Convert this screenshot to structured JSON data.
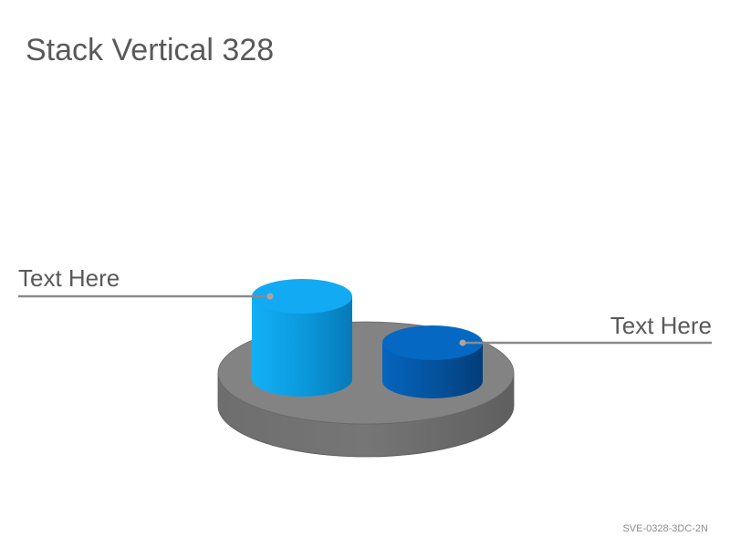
{
  "slide": {
    "title": "Stack Vertical 328",
    "footer_code": "SVE-0328-3DC-2N"
  },
  "diagram": {
    "type": "3d-cylinder-stack",
    "base_color": "#808080",
    "items": [
      {
        "label": "Text Here",
        "color": "#0EA5EA",
        "level": "tall"
      },
      {
        "label": "Text Here",
        "color": "#0465BB",
        "level": "short"
      }
    ]
  }
}
